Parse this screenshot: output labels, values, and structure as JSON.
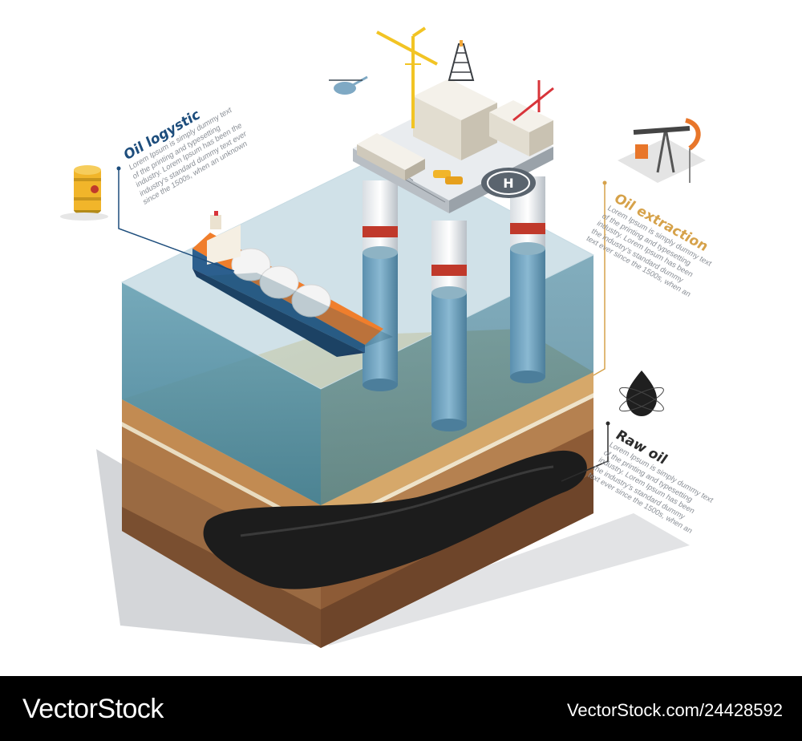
{
  "sections": {
    "logistic": {
      "title": "Oil logystic",
      "lines": [
        "Lorem Ipsum is simply dummy text",
        "of the printing and typesetting",
        "industry. Lorem Ipsum has been the",
        "industry's standard dummy text ever",
        "since the 1500s, when an unknown"
      ]
    },
    "extraction": {
      "title": "Oil extraction",
      "lines": [
        "Lorem Ipsum is simply dummy text",
        "of the printing and typesetting",
        "industry. Lorem Ipsum has been",
        "the industry's standard dummy",
        "text ever since the 1500s, when an"
      ]
    },
    "raw": {
      "title": "Raw oil",
      "lines": [
        "Lorem Ipsum is simply dummy text",
        "of the printing and typesetting",
        "industry. Lorem Ipsum has been",
        "the industry's standard dummy",
        "text ever since the 1500s, when an"
      ]
    }
  },
  "helipad_letter": "H",
  "footer": {
    "logo": "VectorStock",
    "image_id": "VectorStock.com/24428592"
  },
  "colors": {
    "logistic_title": "#1d4d7c",
    "extraction_title": "#d6a24a",
    "raw_title": "#2c2c2c",
    "water": "#3f7f98",
    "sand": "#e9cc8c",
    "oil": "#1c1c1c",
    "ship_hull": "#e8762a",
    "crane": "#f2c424"
  }
}
